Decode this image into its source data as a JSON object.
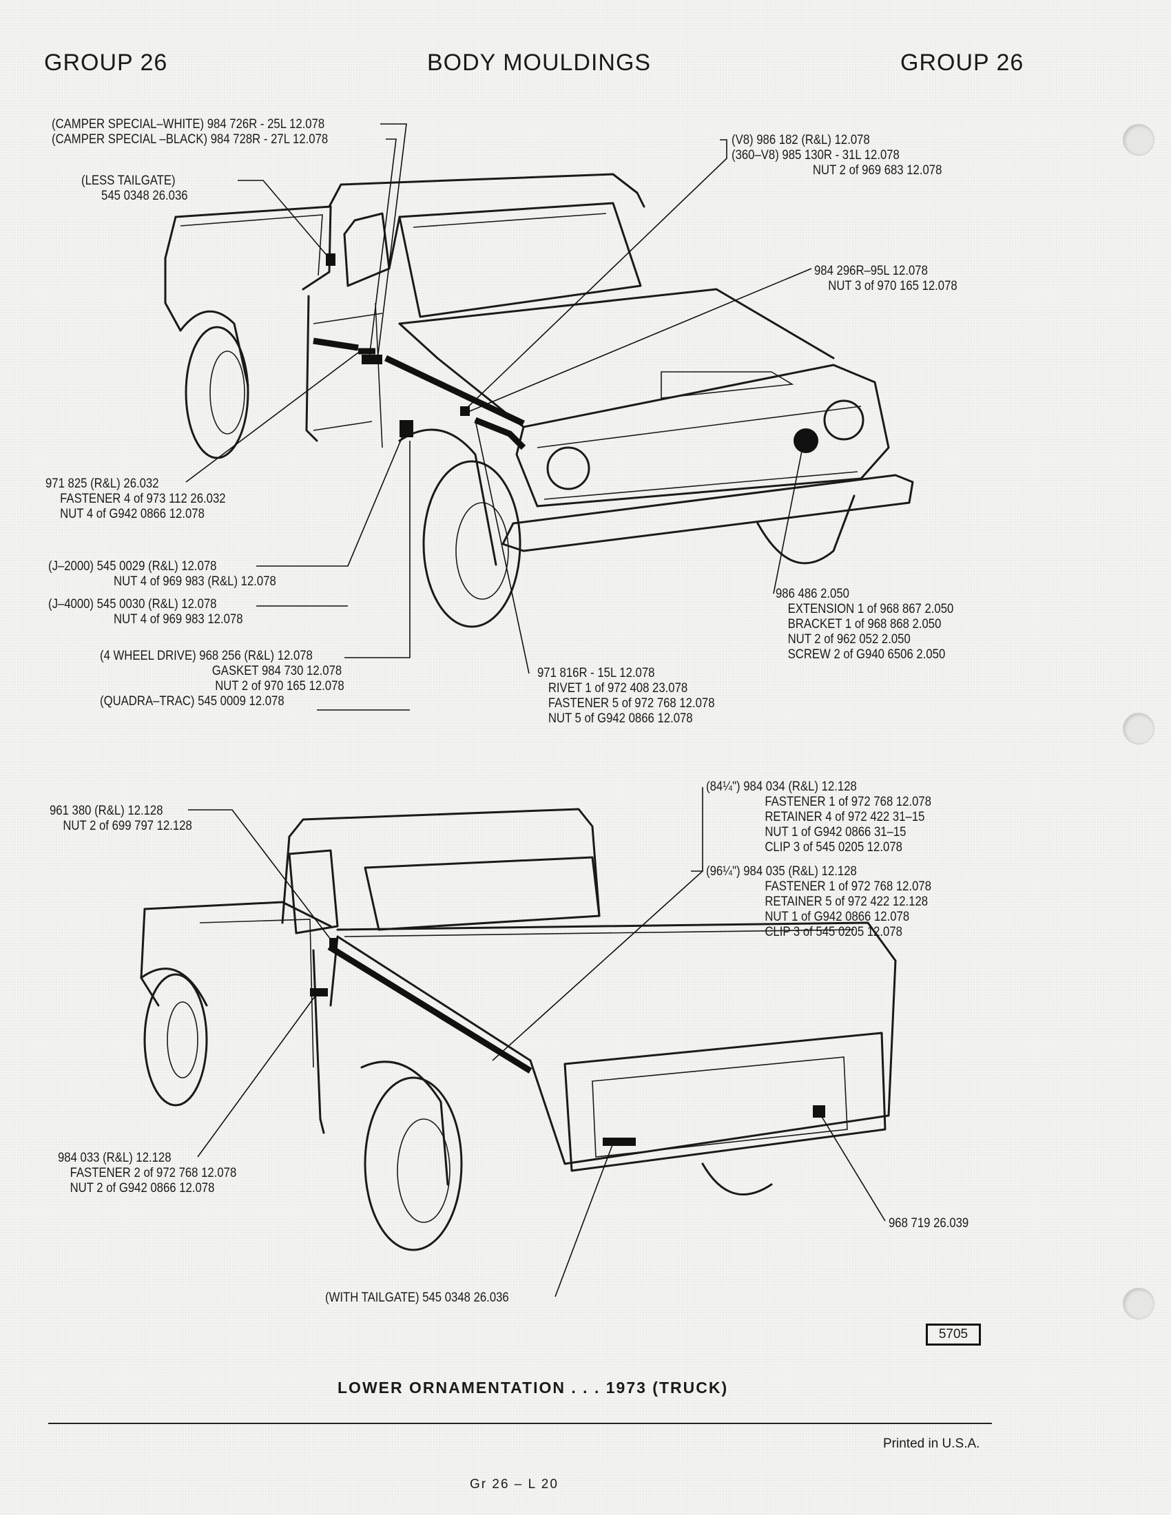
{
  "header": {
    "group_left": "GROUP 26",
    "title": "BODY MOULDINGS",
    "group_right": "GROUP 26"
  },
  "top_diagram": {
    "camper": [
      "(CAMPER SPECIAL–WHITE) 984 726R - 25L  12.078",
      "(CAMPER SPECIAL –BLACK) 984 728R - 27L  12.078"
    ],
    "less_tailgate": [
      "(LESS TAILGATE)",
      "545 0348  26.036"
    ],
    "v8": [
      "(V8) 986 182 (R&L)  12.078",
      "(360–V8) 985 130R - 31L  12.078",
      "NUT  2 of  969 683  12.078"
    ],
    "p984_296": [
      "984 296R–95L  12.078",
      "NUT  3 of  970 165  12.078"
    ],
    "p971_825": [
      "971 825 (R&L)  26.032",
      "FASTENER  4 of  973 112  26.032",
      "NUT  4 of  G942 0866  12.078"
    ],
    "j2000": [
      "(J–2000) 545 0029 (R&L)  12.078",
      "NUT  4 of  969 983 (R&L)  12.078"
    ],
    "j4000": [
      "(J–4000) 545 0030 (R&L)  12.078",
      "NUT  4 of  969 983  12.078"
    ],
    "four_wd": [
      "(4 WHEEL DRIVE) 968 256 (R&L)  12.078",
      "GASKET  984 730  12.078",
      "NUT  2 of  970 165  12.078",
      "(QUADRA–TRAC) 545 0009  12.078"
    ],
    "p971_816": [
      "971 816R - 15L  12.078",
      "RIVET  1 of  972 408  23.078",
      "FASTENER  5 of  972 768  12.078",
      "NUT  5 of  G942 0866  12.078"
    ],
    "p986_486": [
      "986 486  2.050",
      "EXTENSION  1 of  968 867  2.050",
      "BRACKET  1 of  968 868  2.050",
      "NUT  2 of  962 052  2.050",
      "SCREW  2 of  G940 6506  2.050"
    ]
  },
  "bottom_diagram": {
    "p961_380": [
      "961 380 (R&L)  12.128",
      "NUT  2 of  699 797  12.128"
    ],
    "p84": [
      "(84¼\") 984 034 (R&L)  12.128",
      "FASTENER  1 of  972 768  12.078",
      "RETAINER  4 of  972 422  31–15",
      "NUT  1 of  G942 0866  31–15",
      "CLIP  3 of  545 0205  12.078"
    ],
    "p96": [
      "(96¼\") 984 035 (R&L)  12.128",
      "FASTENER  1 of  972 768  12.078",
      "RETAINER  5 of  972 422  12.128",
      "NUT  1 of  G942 0866  12.078",
      "CLIP  3 of  545 0205  12.078"
    ],
    "p984_033": [
      "984 033 (R&L)  12.128",
      "FASTENER  2 of  972 768  12.078",
      "NUT  2 of  G942 0866  12.078"
    ],
    "p968_719": "968 719  26.039",
    "with_tailgate": "(WITH TAILGATE) 545 0348  26.036"
  },
  "figure_number": "5705",
  "caption": "LOWER ORNAMENTATION . . . 1973 (TRUCK)",
  "printed": "Printed in U.S.A.",
  "page_number": "Gr 26 – L 20"
}
